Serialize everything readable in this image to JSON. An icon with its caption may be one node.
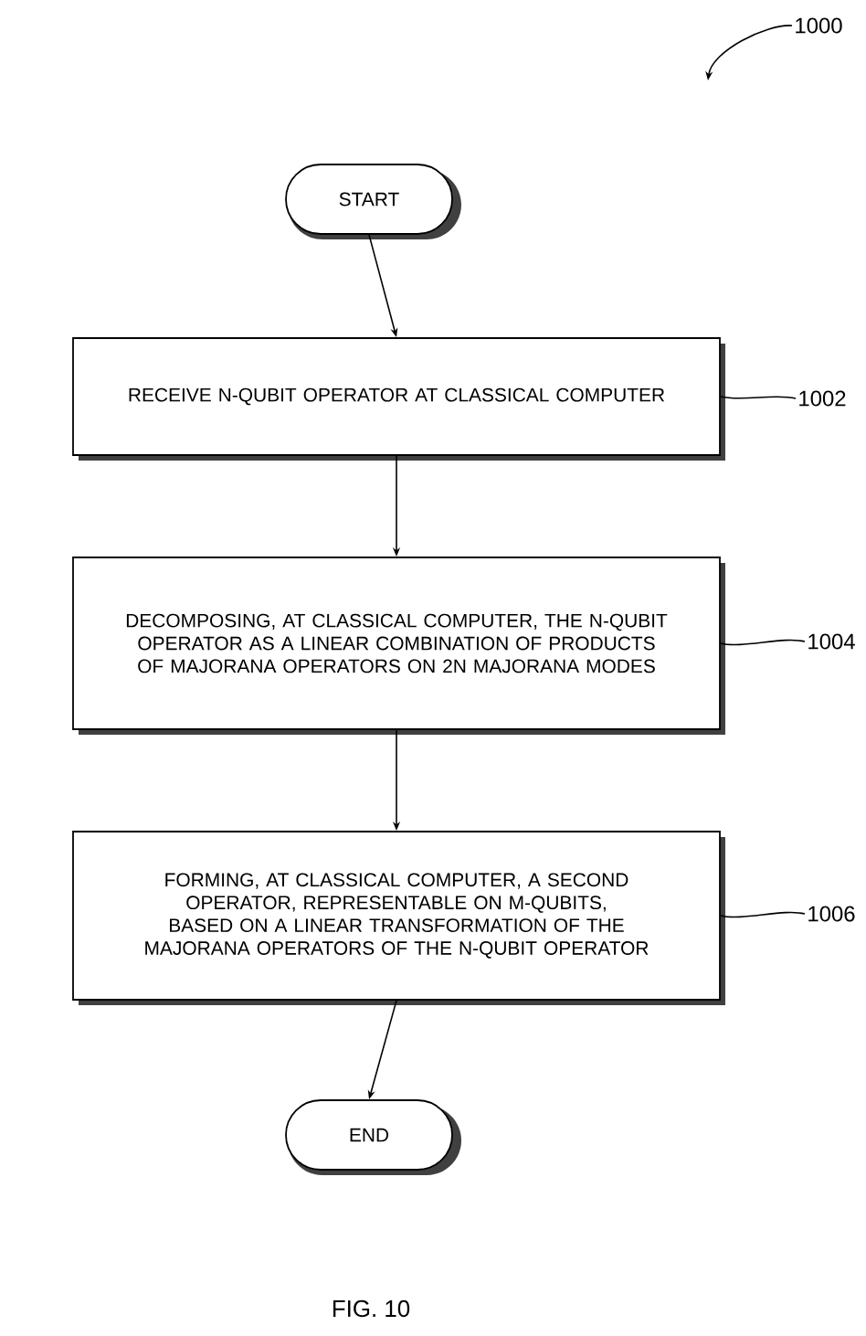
{
  "diagram": {
    "caption": "FIG. 10",
    "nodes": [
      {
        "text": [
          "START"
        ]
      },
      {
        "text": [
          "RECEIVE N-QUBIT OPERATOR AT CLASSICAL COMPUTER"
        ]
      },
      {
        "text": [
          "DECOMPOSING, AT CLASSICAL COMPUTER, THE N-QUBIT OPERATOR AS A LINEAR COMBINATION OF PRODUCTS OF MAJORANA OPERATORS ON 2N MAJORANA MODES"
        ]
      },
      {
        "text": [
          "FORMING, AT CLASSICAL COMPUTER, A SECOND OPERATOR, REPRESENTABLE ON M-QUBITS, BASED ON A LINEAR TRANSFORMATION OF THE MAJORANA OPERATORS OF THE N-QUBIT OPERATOR"
        ]
      },
      {
        "text": [
          "END"
        ]
      },
      {
        "text": [
          "1000"
        ]
      },
      {
        "text": [
          "1002"
        ]
      },
      {
        "text": [
          "1004"
        ]
      },
      {
        "text": [
          "1006"
        ]
      }
    ],
    "edges": [
      {
        "from": 0,
        "to": 1,
        "arrow": "to"
      },
      {
        "from": 1,
        "to": 2,
        "arrow": "to"
      },
      {
        "from": 2,
        "to": 3,
        "arrow": "to"
      },
      {
        "from": 3,
        "to": 4,
        "arrow": "to"
      },
      {
        "from": 5,
        "to": null,
        "arrow": "to"
      },
      {
        "from": 6,
        "to": 1,
        "arrow": "none"
      },
      {
        "from": 7,
        "to": 2,
        "arrow": "none"
      },
      {
        "from": 8,
        "to": 3,
        "arrow": "none"
      }
    ]
  }
}
